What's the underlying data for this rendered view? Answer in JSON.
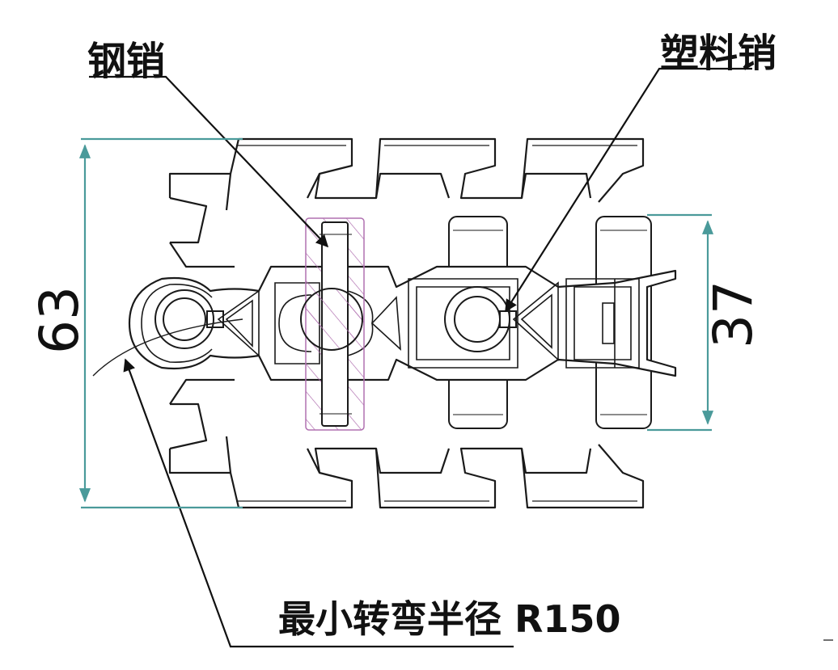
{
  "labels": {
    "steel_pin": "钢销",
    "plastic_pin": "塑料销",
    "min_turn_radius": "最小转弯半径 R150"
  },
  "dimensions": {
    "overall_width": "63",
    "pin_width": "37"
  },
  "colors": {
    "outline": "#1a1a1a",
    "dimension_line": "#4a9a9a",
    "hatch": "#b070b0",
    "leader": "#111111"
  }
}
